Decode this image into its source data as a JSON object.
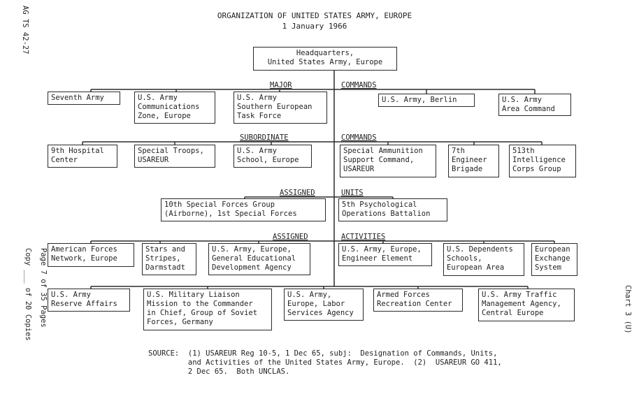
{
  "document": {
    "title": "ORGANIZATION OF UNITED STATES ARMY, EUROPE",
    "date": "1 January 1966",
    "left_margin_code": "AG TS 42-27",
    "page_marker": "Page  7 of 35 Pages",
    "copy_marker": "Copy ___ of 20 Copies",
    "chart_marker": "Chart 3 (U)"
  },
  "headquarters": "Headquarters,\nUnited States Army, Europe",
  "sections": {
    "major_left": "MAJOR",
    "major_right": "COMMANDS",
    "subordinate_left": "SUBORDINATE",
    "subordinate_right": "COMMANDS",
    "assigned_units_left": "ASSIGNED",
    "assigned_units_right": "UNITS",
    "assigned_activities_left": "ASSIGNED",
    "assigned_activities_right": "ACTIVITIES"
  },
  "major_commands": [
    "Seventh Army",
    "U.S. Army\nCommunications\nZone, Europe",
    "U.S. Army\nSouthern European\nTask Force",
    "U.S. Army, Berlin",
    "U.S. Army\nArea Command"
  ],
  "subordinate_commands": [
    "9th Hospital\nCenter",
    "Special Troops,\nUSAREUR",
    "U.S. Army\nSchool, Europe",
    "Special Ammunition\nSupport Command,\nUSAREUR",
    "7th\nEngineer\nBrigade",
    "513th\nIntelligence\nCorps Group"
  ],
  "assigned_units": [
    "10th Special Forces Group\n(Airborne), 1st Special Forces",
    "5th Psychological\nOperations Battalion"
  ],
  "assigned_activities_row1": [
    "American Forces\nNetwork, Europe",
    "Stars and\nStripes,\nDarmstadt",
    "U.S. Army, Europe,\nGeneral Educational\nDevelopment Agency",
    "U.S. Army, Europe,\nEngineer Element",
    "U.S. Dependents\nSchools,\nEuropean Area",
    "European\nExchange\nSystem"
  ],
  "assigned_activities_row2": [
    "U.S. Army\nReserve Affairs",
    "U.S. Military Liaison\nMission to the Commander\nin Chief, Group of Soviet\nForces, Germany",
    "U.S. Army,\nEurope, Labor\nServices Agency",
    "Armed Forces\nRecreation Center",
    "U.S. Army Traffic\nManagement Agency,\nCentral Europe"
  ],
  "source_note": "SOURCE:  (1) USAREUR Reg 10-5, 1 Dec 65, subj:  Designation of Commands, Units,\n         and Activities of the United States Army, Europe.  (2)  USAREUR GO 411,\n         2 Dec 65.  Both UNCLAS."
}
